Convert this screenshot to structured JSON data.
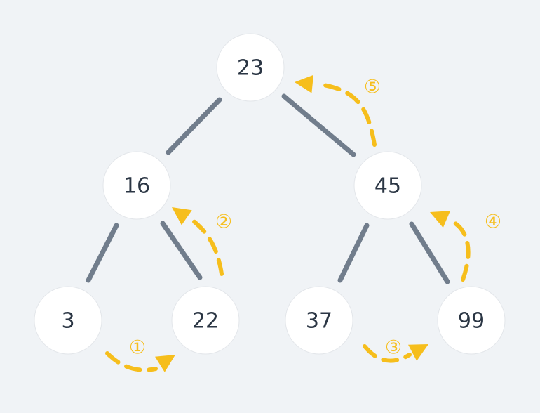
{
  "diagram": {
    "nodes": [
      {
        "id": "n23",
        "label": "23"
      },
      {
        "id": "n16",
        "label": "16"
      },
      {
        "id": "n45",
        "label": "45"
      },
      {
        "id": "n3",
        "label": "3"
      },
      {
        "id": "n22",
        "label": "22"
      },
      {
        "id": "n37",
        "label": "37"
      },
      {
        "id": "n99",
        "label": "99"
      }
    ],
    "edges": [
      {
        "from": "n23",
        "to": "n16"
      },
      {
        "from": "n23",
        "to": "n45"
      },
      {
        "from": "n16",
        "to": "n3"
      },
      {
        "from": "n16",
        "to": "n22"
      },
      {
        "from": "n45",
        "to": "n37"
      },
      {
        "from": "n45",
        "to": "n99"
      }
    ],
    "steps": [
      {
        "label": "①",
        "from": "n3",
        "to": "n22"
      },
      {
        "label": "②",
        "from": "n22",
        "to": "n16"
      },
      {
        "label": "③",
        "from": "n37",
        "to": "n99"
      },
      {
        "label": "④",
        "from": "n99",
        "to": "n45"
      },
      {
        "label": "⑤",
        "from": "n45",
        "to": "n23"
      }
    ],
    "colors": {
      "background": "#f0f3f6",
      "node_fill": "#ffffff",
      "node_text": "#2b3644",
      "edge": "#717d8c",
      "step_arrow": "#f6be1c"
    }
  }
}
